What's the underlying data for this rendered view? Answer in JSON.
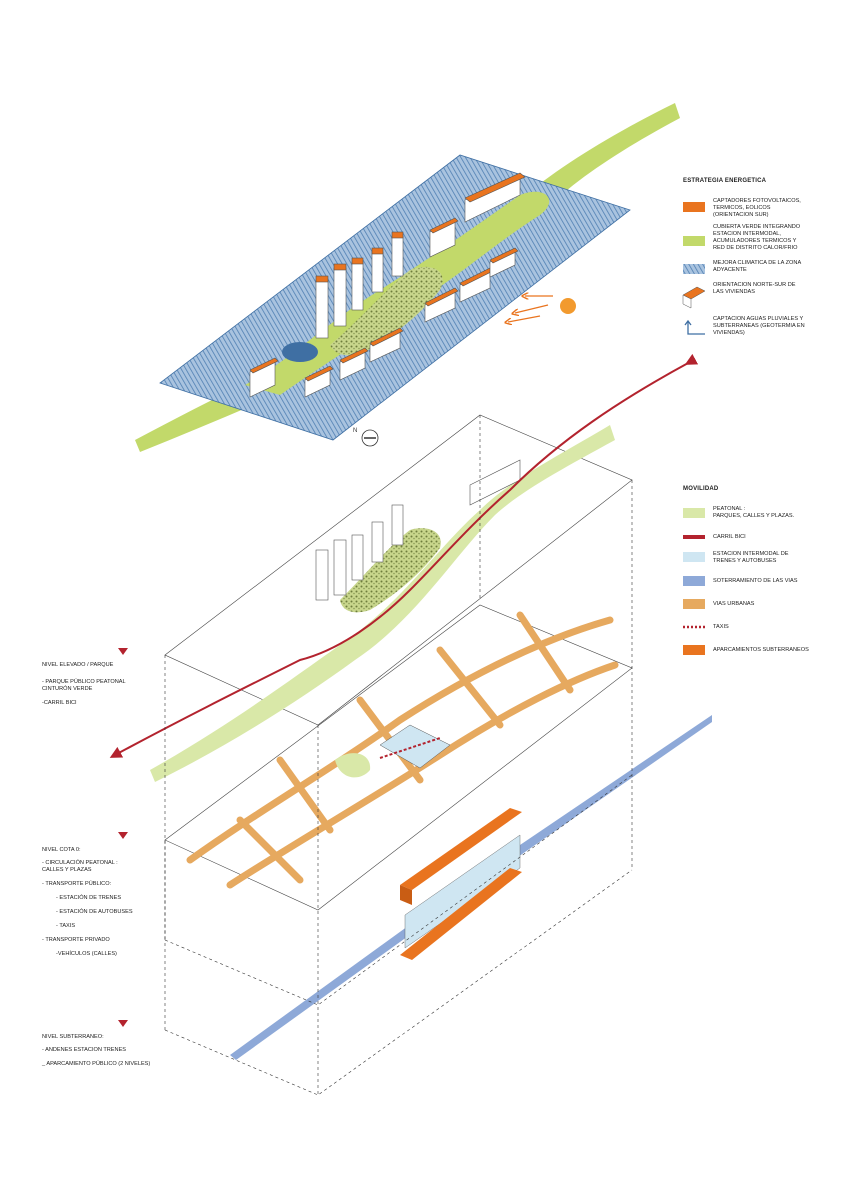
{
  "colors": {
    "orange": "#e9741f",
    "green": "#c2d96a",
    "light_green": "#d9e8a8",
    "blue_hatch": "#6b94c1",
    "red": "#b3232e",
    "light_blue": "#cfe6f2",
    "track_blue": "#8ea9d8",
    "street_orange": "#e6a95f",
    "sun": "#f29a2e"
  },
  "energy_legend": {
    "title": "ESTRATEGIA ENERGETICA",
    "items": [
      {
        "label": "CAPTADORES FOTOVOLTAICOS,\nTERMICOS, EOLICOS\n(ORIENTACION SUR)",
        "swatch": "orange"
      },
      {
        "label": "CUBIERTA VERDE INTEGRANDO\nESTACION INTERMODAL,\nACUMULADORES TERMICOS Y\nRED DE DISTRITO CALOR/FRIO",
        "swatch": "green"
      },
      {
        "label": "MEJORA CLIMATICA DE LA ZONA\nADYACENTE",
        "swatch": "hatch"
      },
      {
        "label": "ORIENTACION NORTE-SUR DE\nLAS VIVIENDAS",
        "swatch": "building"
      },
      {
        "label": "CAPTACION AGUAS PLUVIALES Y\nSUBTERRANEAS (GEOTERMIA EN\nVIVIENDAS)",
        "swatch": "arrow"
      }
    ]
  },
  "mobility_legend": {
    "title": "MOVILIDAD",
    "items": [
      {
        "label": "PEATONAL :\nPARQUES, CALLES Y PLAZAS.",
        "swatch": "light_green"
      },
      {
        "label": "CARRIL BICI",
        "swatch": "red_line"
      },
      {
        "label": "ESTACION INTERMODAL DE\nTRENES Y AUTOBUSES",
        "swatch": "light_blue"
      },
      {
        "label": "SOTERRAMIENTO DE LAS VIAS",
        "swatch": "track_blue"
      },
      {
        "label": "VIAS URBANAS",
        "swatch": "street_orange"
      },
      {
        "label": "TAXIS",
        "swatch": "dotted_red"
      },
      {
        "label": "APARCAMIENTOS SUBTERRANEOS",
        "swatch": "orange"
      }
    ]
  },
  "levels": {
    "upper": {
      "title": "NIVEL ELEVADO / PARQUE",
      "items": [
        "- PARQUE PÚBLICO PEATONAL\nCINTURÓN VERDE",
        "-CARRIL BICI"
      ]
    },
    "ground": {
      "title": "NIVEL COTA 0:",
      "items": [
        {
          "text": "- CIRCULACIÓN PEATONAL :\nCALLES Y PLAZAS",
          "indent": false
        },
        {
          "text": "- TRANSPORTE PÚBLICO:",
          "indent": false
        },
        {
          "text": "- ESTACIÓN DE TRENES",
          "indent": true
        },
        {
          "text": "- ESTACIÓN DE AUTOBUSES",
          "indent": true
        },
        {
          "text": "- TAXIS",
          "indent": true
        },
        {
          "text": "- TRANSPORTE PRIVADO",
          "indent": false
        },
        {
          "text": "-VEHÍCULOS (CALLES)",
          "indent": true
        }
      ]
    },
    "underground": {
      "title": "NIVEL SUBTERRANEO:",
      "items": [
        "- ANDENES ESTACION TRENES",
        "_ APARCAMIENTO PÚBLICO (2 NIVELES)"
      ]
    }
  },
  "north_label": "N"
}
